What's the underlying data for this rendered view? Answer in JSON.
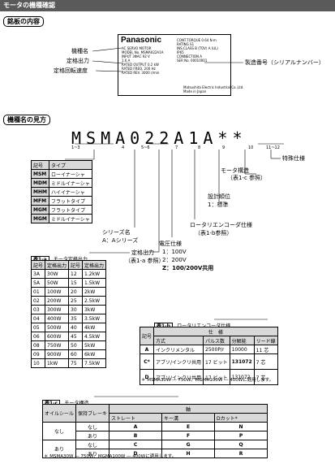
{
  "header": "モータの機種確認",
  "sec_nameplate": "銘板の内容",
  "sec_model": "機種名の見方",
  "nameplate": {
    "brand": "Panasonic",
    "lines_left": [
      "AC SERVO MOTOR",
      "MODEL No. MSMA022A1A",
      "INPUT 3ΦAC    92   V",
      "               1.6  A",
      "RATED OUTPUT  0.2   kW",
      "RATED FREQ.   200   Hz",
      "RATED REV.   3000  r/min"
    ],
    "lines_right": [
      "CONT.TORQUE  0.64  N·m",
      "RATING         S1",
      "INS.CLASS  B (TÜV)  A (UL)",
      "IP65",
      "CONNECTION        A",
      "SER No.  00010001"
    ],
    "footer": [
      "Matsushita Electric Industrial Co.,Ltd.",
      "Made in Japan"
    ]
  },
  "labels": {
    "model_name": "機種名",
    "rated_output": "定格出力",
    "rated_speed": "定格回転速度",
    "serial": "製造番号（シリアルナンバー）"
  },
  "model_code": "MSMA022A1A**",
  "positions": {
    "p1": "1~3",
    "p2": "4",
    "p3": "5~6",
    "p4": "7",
    "p5": "8",
    "p6": "9",
    "p7": "10",
    "p8": "11~12"
  },
  "annotations": {
    "special": "特殊仕様",
    "motor_struct": "モータ構造",
    "motor_struct_ref": "（表1-c 参照）",
    "design": "設計順位",
    "design_std": "1：標準",
    "encoder": "ロータリエンコーダ仕様",
    "encoder_ref": "（表1-b参照）",
    "voltage": "電圧仕様",
    "v1": "1：100V",
    "v2": "2：200V",
    "vz": "Z：100/200V共用",
    "rated_out": "定格出力",
    "rated_out_ref": "（表1-a 参照）",
    "series": "シリーズ名",
    "series_a": "A：Aシリーズ"
  },
  "type_table": {
    "head": [
      "記号",
      "タイプ"
    ],
    "rows": [
      [
        "MSM",
        "ローイナーシャ"
      ],
      [
        "MDM",
        "ミドルイナーシャ"
      ],
      [
        "MHM",
        "ハイイナーシャ"
      ],
      [
        "MFM",
        "フラットタイプ"
      ],
      [
        "MGM",
        "フラットタイプ"
      ],
      [
        "MGM",
        "ミドルイナーシャ"
      ]
    ]
  },
  "t1a": {
    "tag": "表1-a",
    "title": "モータ定格出力",
    "head": [
      "記号",
      "定格出力",
      "記号",
      "定格出力"
    ],
    "rows": [
      [
        "3A",
        "30W",
        "12",
        "1.2kW"
      ],
      [
        "5A",
        "50W",
        "15",
        "1.5kW"
      ],
      [
        "01",
        "100W",
        "20",
        "2kW"
      ],
      [
        "02",
        "200W",
        "25",
        "2.5kW"
      ],
      [
        "03",
        "300W",
        "30",
        "3kW"
      ],
      [
        "04",
        "400W",
        "35",
        "3.5kW"
      ],
      [
        "05",
        "500W",
        "40",
        "4kW"
      ],
      [
        "06",
        "600W",
        "45",
        "4.5kW"
      ],
      [
        "08",
        "750W",
        "50",
        "5kW"
      ],
      [
        "09",
        "900W",
        "60",
        "6kW"
      ],
      [
        "10",
        "1kW",
        "75",
        "7.5kW"
      ]
    ]
  },
  "t1b": {
    "tag": "表1-b",
    "title": "ロータリエンコーダ仕様",
    "head": [
      "記号",
      "仕　様",
      "方式",
      "パルス数",
      "分解能",
      "リード線"
    ],
    "rows": [
      [
        "A",
        "インクリメンタル",
        "2500P/r",
        "10000",
        "11 芯"
      ],
      [
        "C*",
        "アブソ/インクリ共用",
        "17 ビット",
        "131072",
        "7 芯"
      ],
      [
        "D",
        "アブソ/インクリ共用",
        "17 ビット",
        "131072",
        "7 芯"
      ]
    ],
    "note": "＊ MSMA30W ― 750W、MGMA100W ― 400Wに適用します。"
  },
  "t1c": {
    "tag": "表1-c",
    "title": "モータ構造",
    "head": [
      "オイルシール",
      "保持ブレーキ",
      "軸",
      "ストレート",
      "キー溝",
      "Dカット*"
    ],
    "rows": [
      [
        "なし",
        "なし",
        "A",
        "E",
        "N"
      ],
      [
        "",
        "あり",
        "B",
        "F",
        "P"
      ],
      [
        "あり",
        "なし",
        "C",
        "G",
        "Q"
      ],
      [
        "",
        "あり",
        "D",
        "H",
        "R"
      ]
    ],
    "opt": [
      "なし",
      "あり"
    ],
    "note": "＊ MSMA30W ― 750W、MGMA100W ― 400Wに適用します。"
  }
}
